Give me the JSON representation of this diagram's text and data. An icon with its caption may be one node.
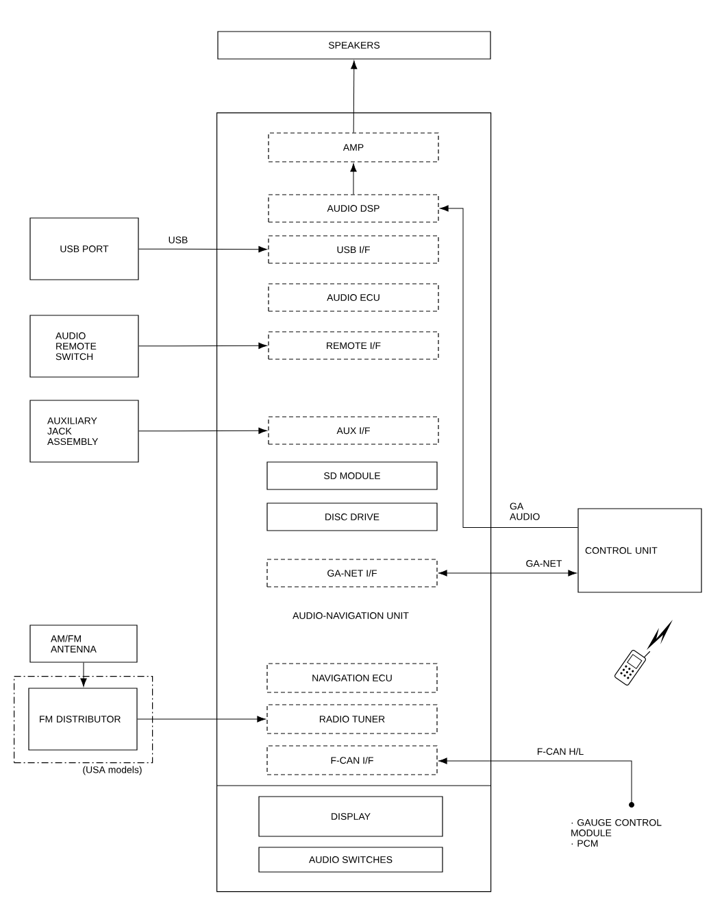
{
  "diagram": {
    "nodes": [
      {
        "text": [
          "SPEAKERS"
        ]
      },
      {
        "text": [
          "AUDIO-NAVIGATION UNIT"
        ]
      },
      {
        "text": [
          "AMP"
        ],
        "in": 1
      },
      {
        "text": [
          "AUDIO DSP"
        ],
        "in": 1
      },
      {
        "text": [
          "USB I/F"
        ],
        "in": 1
      },
      {
        "text": [
          "AUDIO ECU"
        ],
        "in": 1
      },
      {
        "text": [
          "REMOTE I/F"
        ],
        "in": 1
      },
      {
        "text": [
          "AUX I/F"
        ],
        "in": 1
      },
      {
        "text": [
          "SD MODULE"
        ],
        "in": 1
      },
      {
        "text": [
          "DISC DRIVE"
        ],
        "in": 1
      },
      {
        "text": [
          "GA-NET I/F"
        ],
        "in": 1
      },
      {
        "text": [
          "NAVIGATION ECU"
        ],
        "in": 1
      },
      {
        "text": [
          "RADIO TUNER"
        ],
        "in": 1
      },
      {
        "text": [
          "F-CAN I/F"
        ],
        "in": 1
      },
      {
        "text": [
          "DISPLAY"
        ],
        "in": 1
      },
      {
        "text": [
          "AUDIO SWITCHES"
        ],
        "in": 1
      },
      {
        "text": [
          "USB PORT"
        ]
      },
      {
        "text": [
          "AUDIO REMOTE SWITCH"
        ]
      },
      {
        "text": [
          "AUXILIARY JACK ASSEMBLY"
        ]
      },
      {
        "text": [
          "AM/FM ANTENNA"
        ]
      },
      {
        "text": [
          "(USA models)"
        ]
      },
      {
        "text": [
          "FM DISTRIBUTOR"
        ],
        "in": 20
      },
      {
        "text": [
          "CONTROL UNIT"
        ]
      },
      {
        "text": [
          "· GAUGE CONTROL MODULE",
          "· PCM"
        ]
      }
    ],
    "edges": [
      {
        "from": 2,
        "to": 0,
        "arrow": "to"
      },
      {
        "from": 3,
        "to": 2,
        "arrow": "to"
      },
      {
        "from": 16,
        "to": 4,
        "arrow": "to",
        "label": "USB"
      },
      {
        "from": 17,
        "to": 6,
        "arrow": "to"
      },
      {
        "from": 18,
        "to": 7,
        "arrow": "to"
      },
      {
        "from": 19,
        "to": 21,
        "arrow": "to"
      },
      {
        "from": 21,
        "to": 12,
        "arrow": "to"
      },
      {
        "from": 22,
        "to": 3,
        "arrow": "to",
        "label": "GA AUDIO"
      },
      {
        "from": 10,
        "to": 22,
        "arrow": "both",
        "label": "GA-NET"
      },
      {
        "from": 23,
        "to": 13,
        "arrow": "to",
        "label": "F-CAN H/L"
      }
    ]
  }
}
